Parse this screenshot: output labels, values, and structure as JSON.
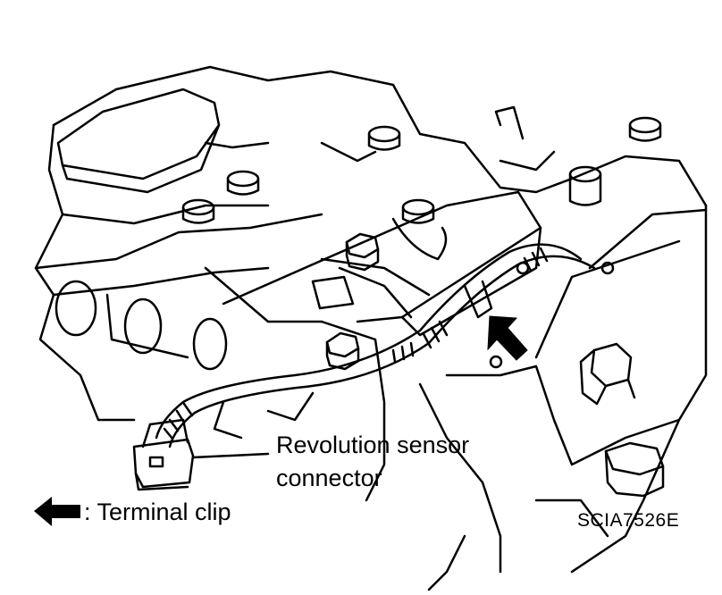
{
  "callout": {
    "line1": "Revolution sensor",
    "line2": "connector"
  },
  "legend": {
    "icon": "left-arrow-icon",
    "text": ": Terminal clip"
  },
  "figure_code": "SCIA7526E",
  "colors": {
    "ink": "#000000",
    "paper": "#ffffff"
  }
}
